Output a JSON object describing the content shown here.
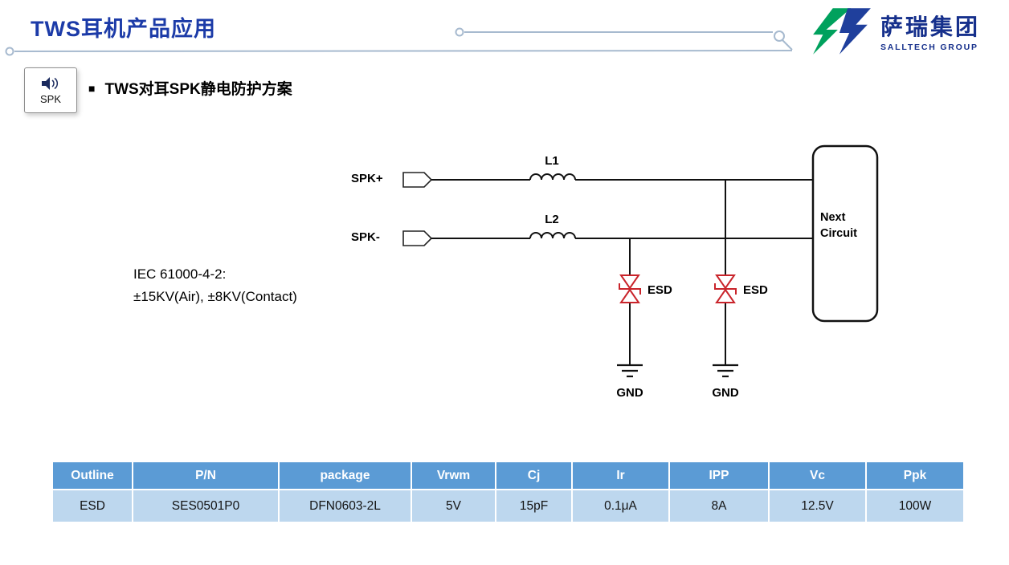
{
  "header": {
    "title": "TWS耳机产品应用",
    "logo_cn": "萨瑞集团",
    "logo_en": "SALLTECH GROUP"
  },
  "section": {
    "bullet": "■",
    "icon_label": "SPK",
    "title": "TWS对耳SPK静电防护方案"
  },
  "circuit": {
    "port_plus": "SPK+",
    "port_minus": "SPK-",
    "inductor1": "L1",
    "inductor2": "L2",
    "esd_label_1": "ESD",
    "esd_label_2": "ESD",
    "gnd_label_1": "GND",
    "gnd_label_2": "GND",
    "next_circuit": "Next Circuit",
    "iec_line1": "IEC 61000-4-2:",
    "iec_line2": "±15KV(Air), ±8KV(Contact)"
  },
  "table": {
    "headers": [
      "Outline",
      "P/N",
      "package",
      "Vrwm",
      "Cj",
      "Ir",
      "IPP",
      "Vc",
      "Ppk"
    ],
    "rows": [
      [
        "ESD",
        "SES0501P0",
        "DFN0603-2L",
        "5V",
        "15pF",
        "0.1μA",
        "8A",
        "12.5V",
        "100W"
      ]
    ]
  },
  "colors": {
    "title_blue": "#1C3BA8",
    "logo_blue": "#16308C",
    "logo_green": "#00A15D",
    "esd_red": "#C9242B",
    "table_header_bg": "#5B9BD5",
    "table_row_bg": "#BDD7EE"
  }
}
